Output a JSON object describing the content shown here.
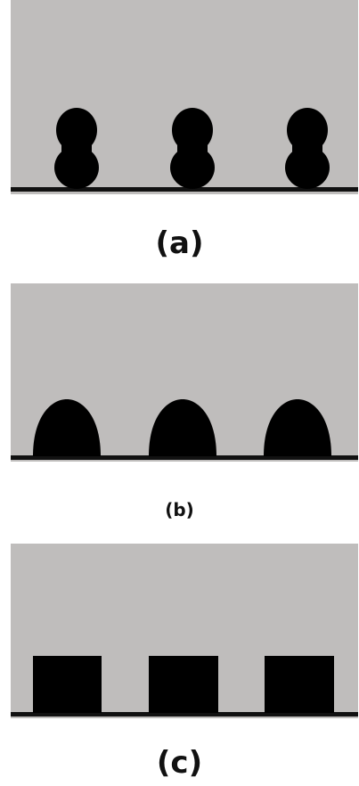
{
  "figure": {
    "background_color": "#ffffff",
    "panel_color": "#bfbdbc",
    "particle_color": "#000000",
    "panels": [
      {
        "id": "a",
        "caption": "(a)",
        "shape": "stacked-double-sphere",
        "count": 3
      },
      {
        "id": "b",
        "caption": "(b)",
        "shape": "hemispherical-dome",
        "count": 3
      },
      {
        "id": "c",
        "caption": "(c)",
        "shape": "square-block",
        "count": 3
      }
    ]
  }
}
